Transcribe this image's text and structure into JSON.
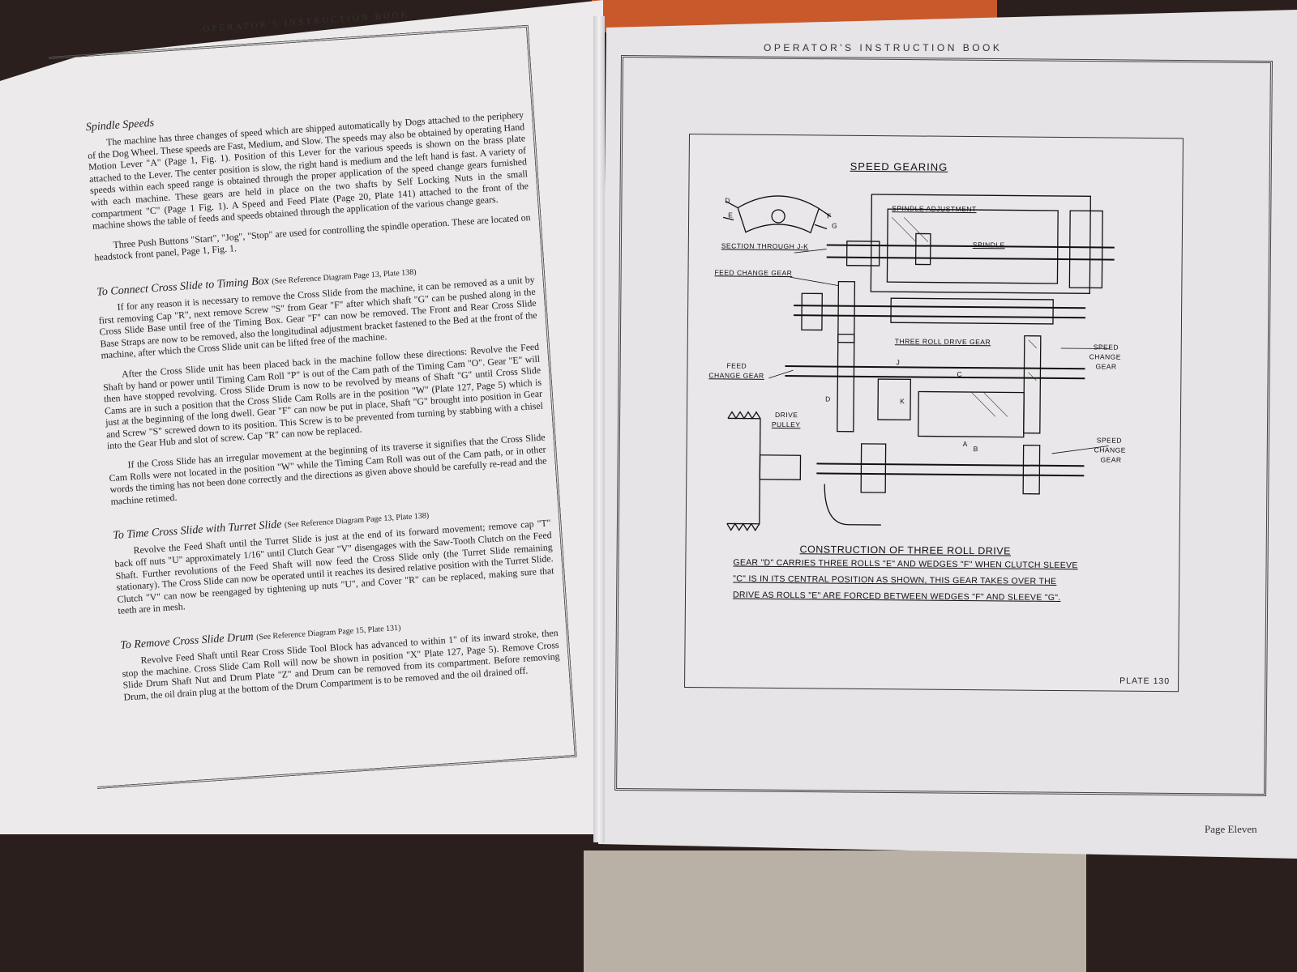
{
  "left_page": {
    "header": "OPERATOR'S INSTRUCTION BOOK",
    "sections": [
      {
        "title": "Spindle Speeds",
        "ref": "",
        "paragraphs": [
          "The machine has three changes of speed which are shipped automatically by Dogs attached to the periphery of the Dog Wheel. These speeds are Fast, Medium, and Slow. The speeds may also be obtained by operating Hand Motion Lever \"A\" (Page 1, Fig. 1). Position of this Lever for the various speeds is shown on the brass plate attached to the Lever. The center position is slow, the right hand is medium and the left hand is fast. A variety of speeds within each speed range is obtained through the proper application of the speed change gears furnished with each machine. These gears are held in place on the two shafts by Self Locking Nuts in the small compartment \"C\" (Page 1 Fig. 1). A Speed and Feed Plate (Page 20, Plate 141) attached to the front of the machine shows the table of feeds and speeds obtained through the application of the various change gears.",
          "Three Push Buttons \"Start\", \"Jog\", \"Stop\" are used for controlling the spindle operation. These are located on headstock front panel, Page 1, Fig. 1."
        ]
      },
      {
        "title": "To Connect Cross Slide to Timing Box",
        "ref": "(See Reference Diagram Page 13, Plate 138)",
        "paragraphs": [
          "If for any reason it is necessary to remove the Cross Slide from the machine, it can be removed as a unit by first removing Cap \"R\", next remove Screw \"S\" from Gear \"F\" after which shaft \"G\" can be pushed along in the Cross Slide Base until free of the Timing Box. Gear \"F\" can now be removed. The Front and Rear Cross Slide Base Straps are now to be removed, also the longitudinal adjustment bracket fastened to the Bed at the front of the machine, after which the Cross Slide unit can be lifted free of the machine.",
          "After the Cross Slide unit has been placed back in the machine follow these directions: Revolve the Feed Shaft by hand or power until Timing Cam Roll \"P\" is out of the Cam path of the Timing Cam \"O\". Gear \"E\" will then have stopped revolving. Cross Slide Drum is now to be revolved by means of Shaft \"G\" until Cross Slide Cams are in such a position that the Cross Slide Cam Rolls are in the position \"W\" (Plate 127, Page 5) which is just at the beginning of the long dwell. Gear \"F\" can now be put in place, Shaft \"G\" brought into position in Gear and Screw \"S\" screwed down to its position. This Screw is to be prevented from turning by stabbing with a chisel into the Gear Hub and slot of screw. Cap \"R\" can now be replaced.",
          "If the Cross Slide has an irregular movement at the beginning of its traverse it signifies that the Cross Slide Cam Rolls were not located in the position \"W\" while the Timing Cam Roll was out of the Cam path, or in other words the timing has not been done correctly and the directions as given above should be carefully re-read and the machine retimed."
        ]
      },
      {
        "title": "To Time Cross Slide with Turret Slide",
        "ref": "(See Reference Diagram Page 13, Plate 138)",
        "paragraphs": [
          "Revolve the Feed Shaft until the Turret Slide is just at the end of its forward movement; remove cap \"T\" back off nuts \"U\" approximately 1/16\" until Clutch Gear \"V\" disengages with the Saw-Tooth Clutch on the Feed Shaft. Further revolutions of the Feed Shaft will now feed the Cross Slide only (the Turret Slide remaining stationary). The Cross Slide can now be operated until it reaches its desired relative position with the Turret Slide. Clutch \"V\" can now be reengaged by tightening up nuts \"U\", and Cover \"R\" can be replaced, making sure that teeth are in mesh."
        ]
      },
      {
        "title": "To Remove Cross Slide Drum",
        "ref": "(See Reference Diagram Page 15, Plate 131)",
        "paragraphs": [
          "Revolve Feed Shaft until Rear Cross Slide Tool Block has advanced to within 1\" of its inward stroke, then stop the machine. Cross Slide Cam Roll will now be shown in position \"X\" Plate 127, Page 5). Remove Cross Slide Drum Shaft Nut and Drum Plate \"Z\" and Drum can be removed from its compartment. Before removing Drum, the oil drain plug at the bottom of the Drum Compartment is to be removed and the oil drained off."
        ]
      }
    ]
  },
  "right_page": {
    "header": "OPERATOR'S INSTRUCTION BOOK",
    "diagram": {
      "title": "SPEED GEARING",
      "labels": {
        "d": "D",
        "e": "E",
        "f": "F",
        "g": "G",
        "spindle_adjustment": "SPINDLE ADJUSTMENT",
        "section": "SECTION THROUGH J-K",
        "spindle": "SPINDLE",
        "feed_change_gear_top": "FEED CHANGE GEAR",
        "three_roll_drive_gear": "THREE ROLL DRIVE GEAR",
        "speed_change_gear_1a": "SPEED",
        "speed_change_gear_1b": "CHANGE",
        "speed_change_gear_1c": "GEAR",
        "j": "J",
        "feed_change_gear_a": "FEED",
        "feed_change_gear_b": "CHANGE GEAR",
        "c": "C",
        "d2": "D",
        "k": "K",
        "drive_pulley_a": "DRIVE",
        "drive_pulley_b": "PULLEY",
        "a": "A",
        "b": "B",
        "speed_change_gear_2a": "SPEED",
        "speed_change_gear_2b": "CHANGE",
        "speed_change_gear_2c": "GEAR"
      }
    },
    "caption": {
      "title": "CONSTRUCTION OF THREE ROLL DRIVE",
      "lines": [
        "GEAR \"D\" CARRIES THREE ROLLS \"E\" AND WEDGES \"F\" WHEN CLUTCH SLEEVE",
        "\"C\" IS IN ITS CENTRAL POSITION AS SHOWN, THIS GEAR TAKES OVER THE",
        "DRIVE AS ROLLS \"E\" ARE FORCED BETWEEN WEDGES \"F\" AND SLEEVE \"G\"."
      ]
    },
    "plate": "PLATE 130",
    "page_number": "Page Eleven"
  }
}
